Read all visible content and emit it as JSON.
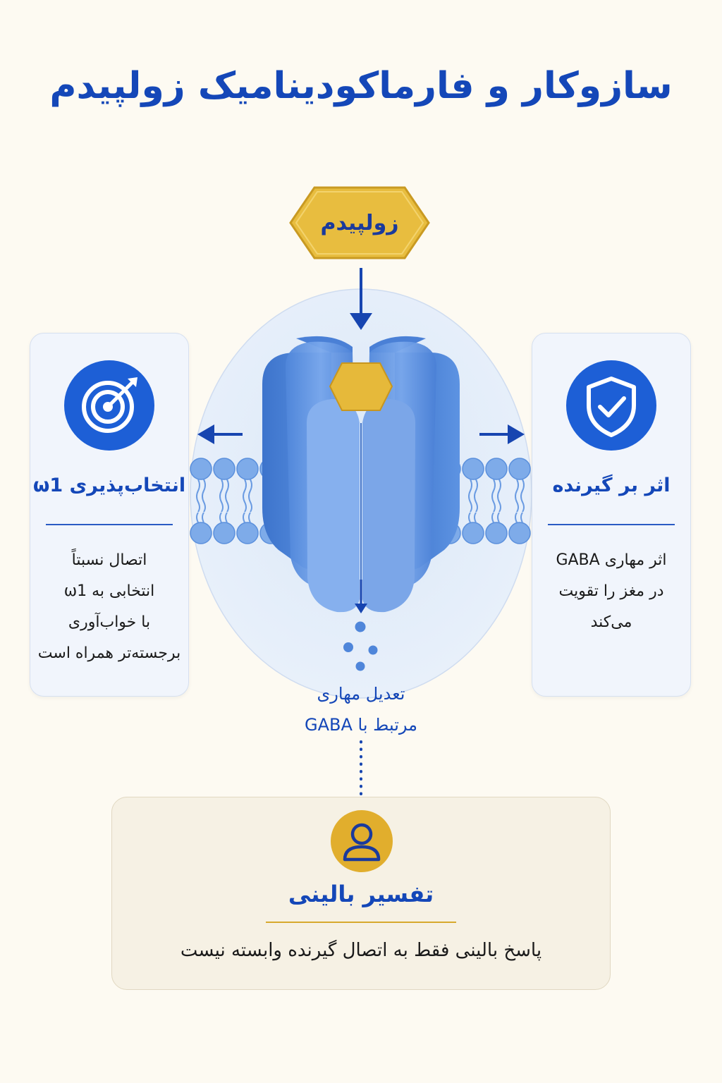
{
  "title": "سازوکار و فارماکودینامیک زولپیدم",
  "drug": {
    "label": "زولپیدم"
  },
  "left_card": {
    "heading": "انتخاب‌پذیری ω1",
    "lines": [
      "اتصال نسبتاً",
      "انتخابی به ω1",
      "با خواب‌آوری",
      "برجسته‌تر همراه است"
    ],
    "icon": "target-icon"
  },
  "right_card": {
    "heading": "اثر بر گیرنده",
    "lines": [
      "اثر مهاری GABA",
      "در مغز را تقویت",
      "می‌کند"
    ],
    "icon": "shield-check-icon"
  },
  "center_caption": {
    "lines": [
      "تعدیل مهاری",
      "مرتبط با GABA"
    ]
  },
  "bottom_card": {
    "heading": "تفسیر بالینی",
    "body": "پاسخ بالینی فقط به اتصال گیرنده وابسته نیست",
    "icon": "user-icon"
  },
  "colors": {
    "primary": "#1d5fd6",
    "heading": "#1447b8",
    "gold": "#e6b93a",
    "background": "#fdfaf2",
    "receptor": "#5b92e4"
  }
}
